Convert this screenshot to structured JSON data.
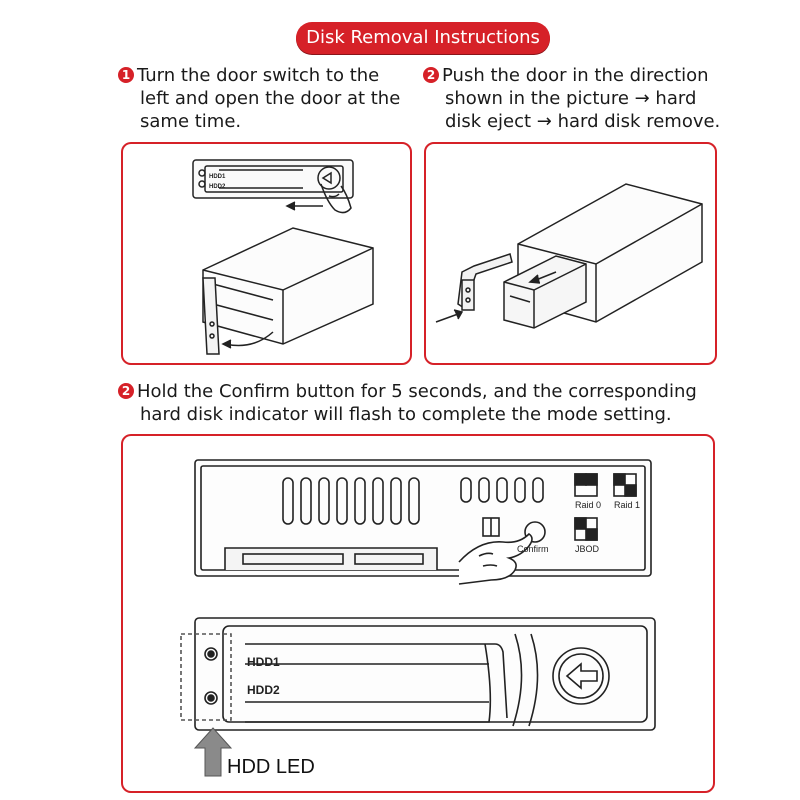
{
  "header": {
    "title": "Disk Removal Instructions"
  },
  "steps": [
    {
      "number": "1",
      "lines": [
        "Turn the door switch to the",
        "left and open the door at the",
        "same time."
      ]
    },
    {
      "number": "2",
      "lines": [
        "Push the door in the direction",
        "shown in the picture → hard",
        "disk eject → hard disk remove."
      ]
    },
    {
      "number": "2",
      "lines": [
        "Hold the Confirm button for 5 seconds, and the corresponding",
        "hard disk indicator will flash to complete the mode setting."
      ]
    }
  ],
  "diagram_labels": {
    "hdd1": "HDD1",
    "hdd2": "HDD2",
    "raid0": "Raid 0",
    "raid1": "Raid 1",
    "jbod": "JBOD",
    "confirm": "Confirm",
    "hdd_led": "HDD LED"
  },
  "colors": {
    "accent": "#d62128",
    "line": "#222222"
  }
}
